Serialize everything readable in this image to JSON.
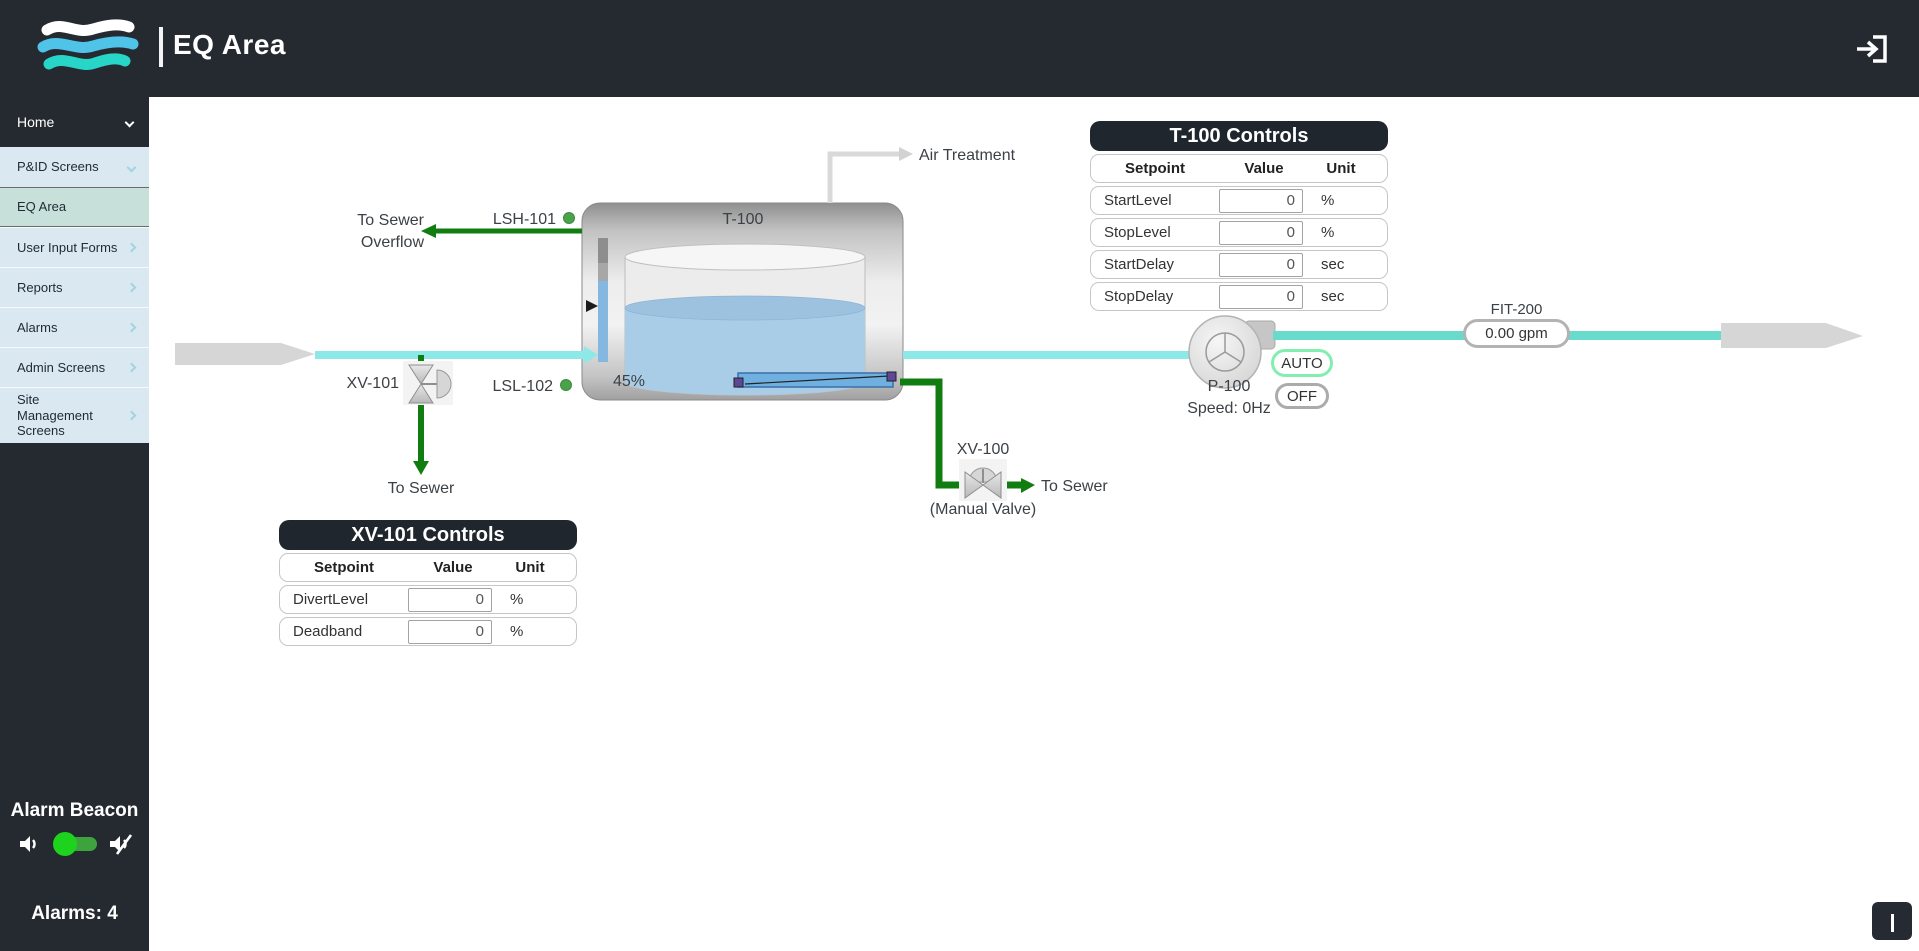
{
  "header": {
    "title": "EQ Area"
  },
  "sidebar": {
    "home_label": "Home",
    "items": [
      {
        "label": "P&ID Screens"
      },
      {
        "label": "EQ Area"
      },
      {
        "label": "User Input Forms"
      },
      {
        "label": "Reports"
      },
      {
        "label": "Alarms"
      },
      {
        "label": "Admin Screens"
      },
      {
        "label": "Site Management Screens"
      }
    ],
    "alarm_beacon": {
      "label": "Alarm Beacon"
    },
    "alarms_summary": "Alarms: 4"
  },
  "diagram": {
    "tank": {
      "label": "T-100",
      "level": "45%"
    },
    "labels": {
      "air_treatment": "Air Treatment",
      "overflow_line1": "To Sewer",
      "overflow_line2": "Overflow",
      "lsh101": "LSH-101",
      "lsl102": "LSL-102",
      "xv101": "XV-101",
      "xv101_to_sewer": "To Sewer",
      "xv100": "XV-100",
      "xv100_note": "(Manual Valve)",
      "xv100_to_sewer": "To Sewer"
    },
    "fit200": {
      "label": "FIT-200",
      "value": "0.00 gpm"
    },
    "pump": {
      "label": "P-100",
      "speed": "Speed: 0Hz",
      "auto_button": "AUTO",
      "off_button": "OFF"
    }
  },
  "tables": {
    "t100": {
      "title": "T-100 Controls",
      "columns": [
        "Setpoint",
        "Value",
        "Unit"
      ],
      "rows": [
        {
          "setpoint": "StartLevel",
          "value": "0",
          "unit": "%"
        },
        {
          "setpoint": "StopLevel",
          "value": "0",
          "unit": "%"
        },
        {
          "setpoint": "StartDelay",
          "value": "0",
          "unit": "sec"
        },
        {
          "setpoint": "StopDelay",
          "value": "0",
          "unit": "sec"
        }
      ]
    },
    "xv101": {
      "title": "XV-101 Controls",
      "columns": [
        "Setpoint",
        "Value",
        "Unit"
      ],
      "rows": [
        {
          "setpoint": "DivertLevel",
          "value": "0",
          "unit": "%"
        },
        {
          "setpoint": "Deadband",
          "value": "0",
          "unit": "%"
        }
      ]
    }
  },
  "colors": {
    "header_dark": "#252a31",
    "sidebar_blue": "#d9e8f1",
    "selected_item": "#c7e1da",
    "pipe_cyan": "#8de8e8",
    "pipe_teal": "#68dbcc",
    "pipe_green": "#117d11",
    "auto_button_border": "#82eeb0",
    "beacon_toggle_on": "#1ed31e"
  }
}
